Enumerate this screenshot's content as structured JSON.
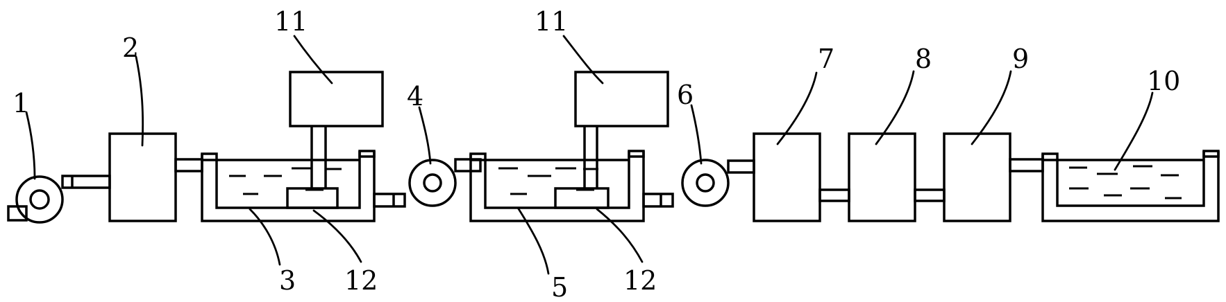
{
  "diagram": {
    "colors": {
      "stroke": "#000000",
      "background": "#ffffff"
    },
    "labels": {
      "n1": "1",
      "n2": "2",
      "n3": "3",
      "n4": "4",
      "n5": "5",
      "n6": "6",
      "n7": "7",
      "n8": "8",
      "n9": "9",
      "n10": "10",
      "n11a": "11",
      "n11b": "11",
      "n12a": "12",
      "n12b": "12"
    }
  }
}
